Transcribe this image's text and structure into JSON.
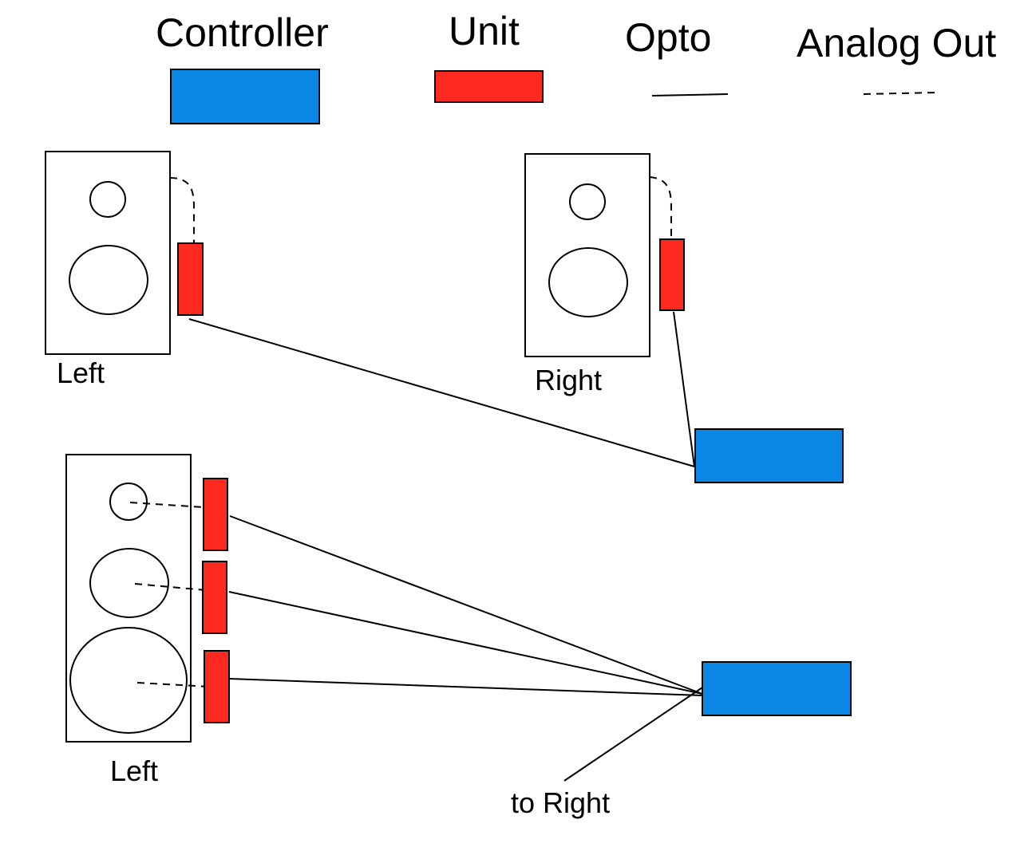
{
  "legend": {
    "controller": "Controller",
    "unit": "Unit",
    "opto": "Opto",
    "analog_out": "Analog Out"
  },
  "speakers": {
    "top_left": "Left",
    "top_right": "Right",
    "bottom_left": "Left"
  },
  "annotations": {
    "to_right": "to Right"
  },
  "colors": {
    "controller": "#0b88e6",
    "unit": "#ff2a1f"
  }
}
